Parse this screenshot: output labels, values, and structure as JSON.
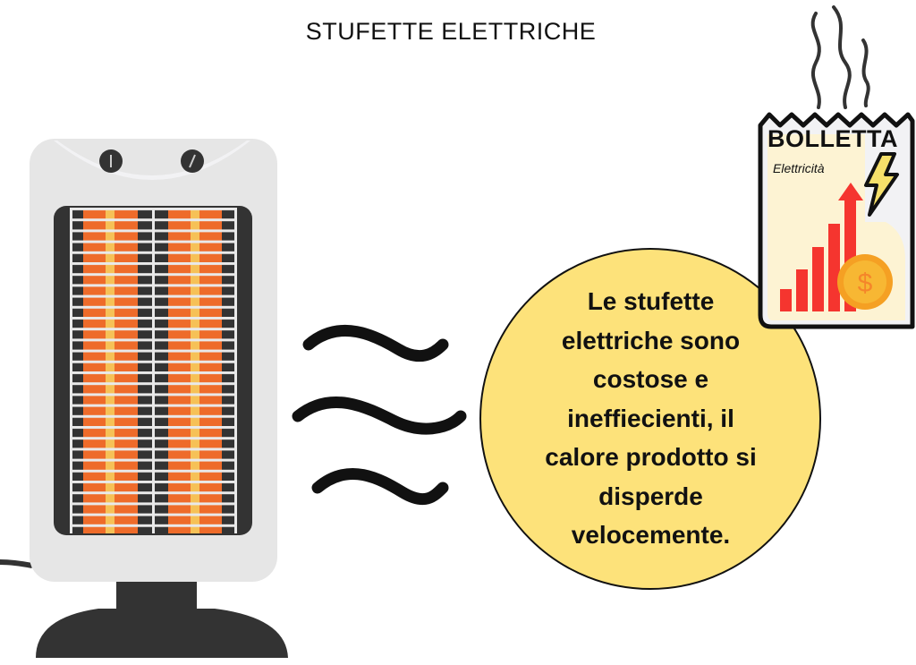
{
  "title": "STUFETTE ELETTRICHE",
  "bubble": {
    "text": "Le stufette elettriche sono costose e ineffiecienti, il calore prodotto si disperde velocemente.",
    "lines": [
      "Le stufette",
      "elettriche sono",
      "costose e",
      "ineffiecienti, il",
      "calore prodotto si",
      "disperde",
      "velocemente."
    ]
  },
  "bill": {
    "title": "BOLLETTA",
    "subtitle": "Elettricità",
    "currency_symbol": "$"
  },
  "colors": {
    "bubble": "#fde27a",
    "orange": "#ee6b2a",
    "yellow_bar": "#f6c157",
    "dark": "#333333",
    "body": "#e6e6e6",
    "red": "#f5352f",
    "coin": "#f7a928"
  }
}
